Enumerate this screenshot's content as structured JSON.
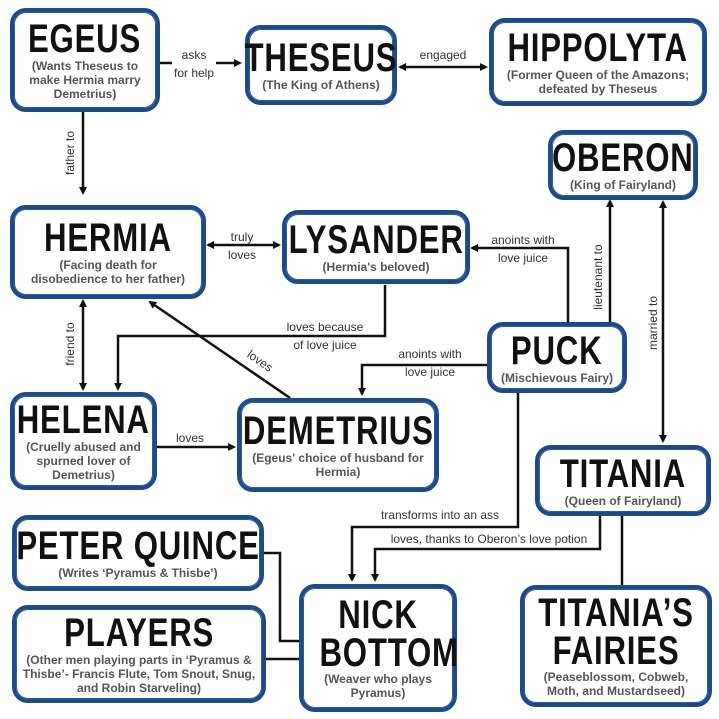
{
  "characters": {
    "egeus": {
      "name": "EGEUS",
      "desc": "(Wants Theseus to make Hermia marry Demetrius)"
    },
    "theseus": {
      "name": "THESEUS",
      "desc": "(The King of Athens)"
    },
    "hippolyta": {
      "name": "HIPPOLYTA",
      "desc": "(Former Queen of the Amazons; defeated by Theseus"
    },
    "oberon": {
      "name": "OBERON",
      "desc": "(King of Fairyland)"
    },
    "hermia": {
      "name": "HERMIA",
      "desc": "(Facing death for disobedience to her father)"
    },
    "lysander": {
      "name": "LYSANDER",
      "desc": "(Hermia's beloved)"
    },
    "puck": {
      "name": "PUCK",
      "desc": "(Mischievous Fairy)"
    },
    "helena": {
      "name": "HELENA",
      "desc": "(Cruelly abused and spurned lover of Demetrius)"
    },
    "demetrius": {
      "name": "DEMETRIUS",
      "desc": "(Egeus' choice of husband for Hermia)"
    },
    "titania": {
      "name": "TITANIA",
      "desc": "(Queen of Fairyland)"
    },
    "peter_quince": {
      "name": "PETER QUINCE",
      "desc": "(Writes ‘Pyramus & Thisbe’)"
    },
    "players": {
      "name": "PLAYERS",
      "desc": "(Other men playing parts in ‘Pyramus & Thisbe’- Francis Flute, Tom Snout, Snug, and Robin Starveling)"
    },
    "nick_bottom": {
      "name": "NICK BOTTOM",
      "desc": "(Weaver who plays Pyramus)"
    },
    "titanias_fairies": {
      "name": "TITANIA’S FAIRIES",
      "desc": "(Peaseblossom, Cobweb, Moth, and Mustardseed)"
    }
  },
  "relations": {
    "asks": "asks",
    "for_help": "for help",
    "engaged": "engaged",
    "father_to": "father to",
    "truly": "truly",
    "loves_truly": "loves",
    "anoints1a": "anoints with",
    "anoints1b": "love juice",
    "lieutenant_to": "lieutenant to",
    "married_to": "married to",
    "loves_because_a": "loves because",
    "loves_because_b": "of love juice",
    "friend_to": "friend to",
    "loves_hermia": "loves",
    "anoints2a": "anoints with",
    "anoints2b": "love juice",
    "loves_helena": "loves",
    "transforms": "transforms into an ass",
    "loves_titania": "loves, thanks to Oberon’s love potion"
  }
}
